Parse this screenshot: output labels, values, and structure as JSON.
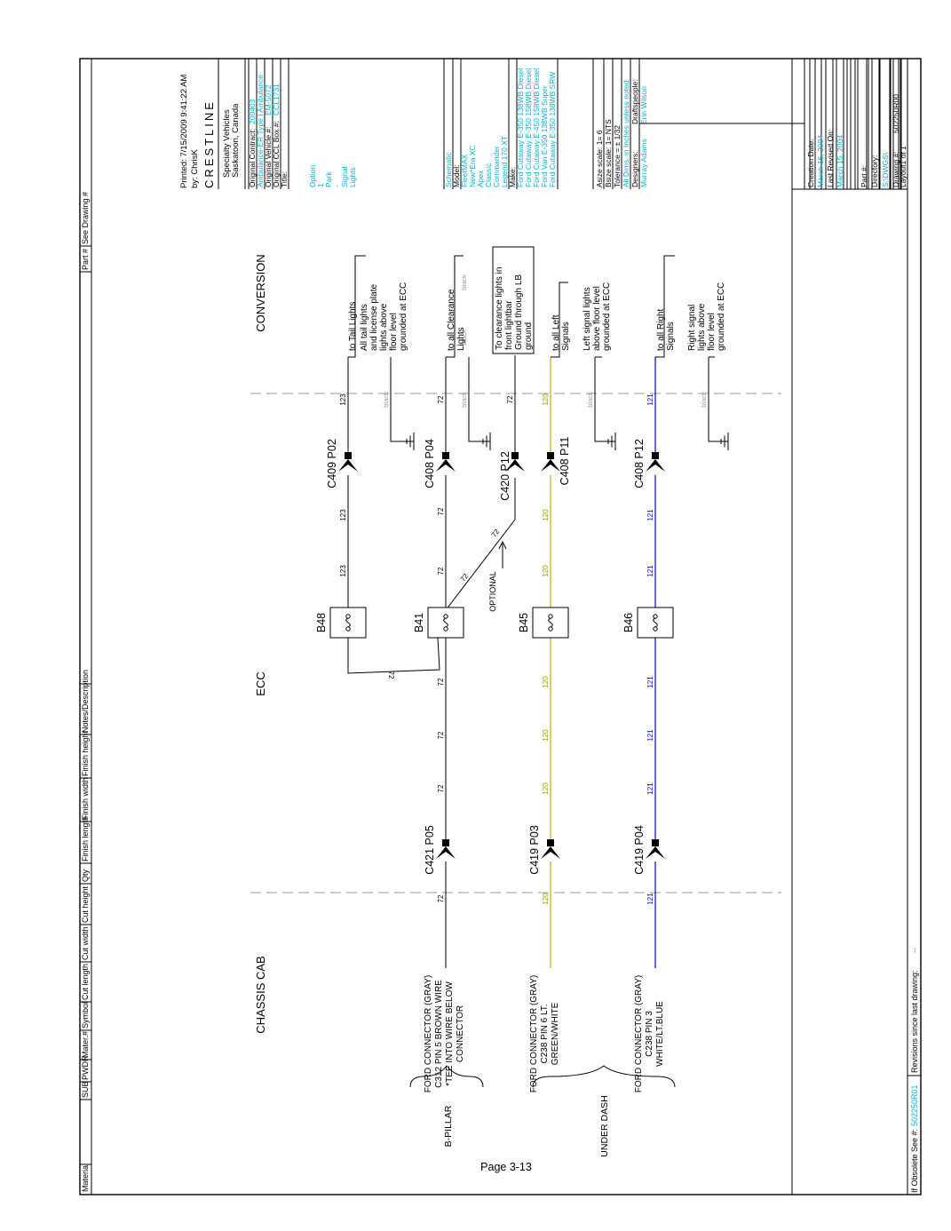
{
  "page_label": "Page 3-13",
  "colors": {
    "brown": "#000000",
    "green": "#b8b000",
    "blue": "#0000ff",
    "cyan": "#00b4d8",
    "gray": "#9a9a9a"
  },
  "header_columns": [
    "Material",
    "SUB",
    "PWDR",
    "Mater.#",
    "Symbol",
    "Cut length",
    "Cut width",
    "Cut height",
    "Qty",
    "Finish length",
    "Finish width",
    "Finish height",
    "Notes/Description",
    "Part #",
    "See Drawing #"
  ],
  "footer": {
    "obsolete_label": "If Obsolete See #:",
    "obsolete_value": "502250R01",
    "revisions_label": "Revisions since last drawing:",
    "revisions_value": "--"
  },
  "sections": {
    "chassis": "CHASSIS CAB",
    "ecc": "ECC",
    "conversion": "CONVERSION"
  },
  "locations": {
    "b_pillar": "B-PILLAR",
    "under_dash": "UNDER DASH"
  },
  "ford_connectors": [
    [
      "FORD CONNECTOR (GRAY)",
      "C312 PIN 5 BROWN WIRE",
      "*TEE INTO WIRE BELOW",
      "CONNECTOR"
    ],
    [
      "FORD CONNECTOR (GRAY)",
      "C238 PIN 6 LT.",
      "GREEN/WHITE"
    ],
    [
      "FORD CONNECTOR (GRAY)",
      "C238 PIN 3",
      "WHITE/LT.BLUE"
    ]
  ],
  "left_connectors": [
    "C421 P05",
    "C419 P03",
    "C419 P04"
  ],
  "right_connectors": [
    "C409 P02",
    "C408 P04",
    "C420 P12",
    "C408 P11",
    "C408 P12"
  ],
  "fuses": [
    "B48",
    "B41",
    "B45",
    "B46"
  ],
  "wire_numbers": {
    "tail": "123",
    "clearance": "72",
    "left": "120",
    "right": "121",
    "ground": "black"
  },
  "optional_label": "OPTIONAL",
  "descriptions": {
    "tail": [
      "to Tail Lights",
      "All tail lights",
      "and license plate",
      "lights above",
      "floor level",
      "grounded at ECC"
    ],
    "clearance": [
      "to all Clearance",
      "Lights"
    ],
    "lightbar": [
      "To clearance lights in",
      "front lightbar",
      "Ground through LB",
      "ground"
    ],
    "left": [
      "to all Left",
      "Signals",
      "Left signal lights",
      "above floor level",
      "grounded at ECC"
    ],
    "right": [
      "to all Right",
      "Signals",
      "Right signal",
      "lights above",
      "floor level",
      "grounded at ECC"
    ]
  },
  "titleblock": {
    "printed": "Printed: 7/15/2009 9:41:22 AM",
    "by": "by: ChrisK",
    "logo": "CRESTLINE",
    "company": [
      "Specialty Vehicles",
      "Saskatoon, Canada"
    ],
    "contract_label": "Original Contract:",
    "contract_value": "200403",
    "cust_value": "Ambulance-ER Type I Ambulance",
    "vehicle_label": "Original Vehicle #:",
    "vehicle_value": "EM-5072",
    "ccl_label": "Original CCL Box #:",
    "ccl_value": "CCL1731",
    "title_label": "Title:",
    "title_lines": [
      "Option",
      "1",
      "Park",
      "-",
      "Signal",
      "Lights"
    ],
    "schematic": "Schematic",
    "model_label": "Model:",
    "models": [
      "FleetMAX",
      "New*Era XC",
      "Apex",
      "Classic",
      "Commander",
      "Legend 170 XT"
    ],
    "make_label": "Make:",
    "makes": [
      "Ford Cutaway E-350 138WB Diesel",
      "Ford Cutaway E-350 158WB Diesel",
      "Ford Cutaway E-450 158WB Diesel",
      "Ford Van E-350 138WB Super",
      "Ford Cutaway E-350 138WB SRW"
    ],
    "asize": "Asize scale: 1= 6",
    "bsize": "Bsize scale: 1= NTS",
    "tolerance": "Tolerance = ± 1/32",
    "dims": "All Dims. in Inches unless noted",
    "designers_label": "Designers:",
    "designer_value": "Murray Adams",
    "drafts_label": "Draftspeople:",
    "drafts_value": "Erin Wilson",
    "creation_label": "Creation Date:",
    "creation_value": "March 15, 2004",
    "revised_label": "Last Revised On:",
    "revised_value": "March 15, 2004",
    "part_label": "Part #:",
    "directory_label": "Directory:",
    "directory_value": "S:\\DWGS\\",
    "drawing_label": "Drawing #:",
    "drawing_value": "502250R00",
    "layout": "Layout1 of 1"
  }
}
